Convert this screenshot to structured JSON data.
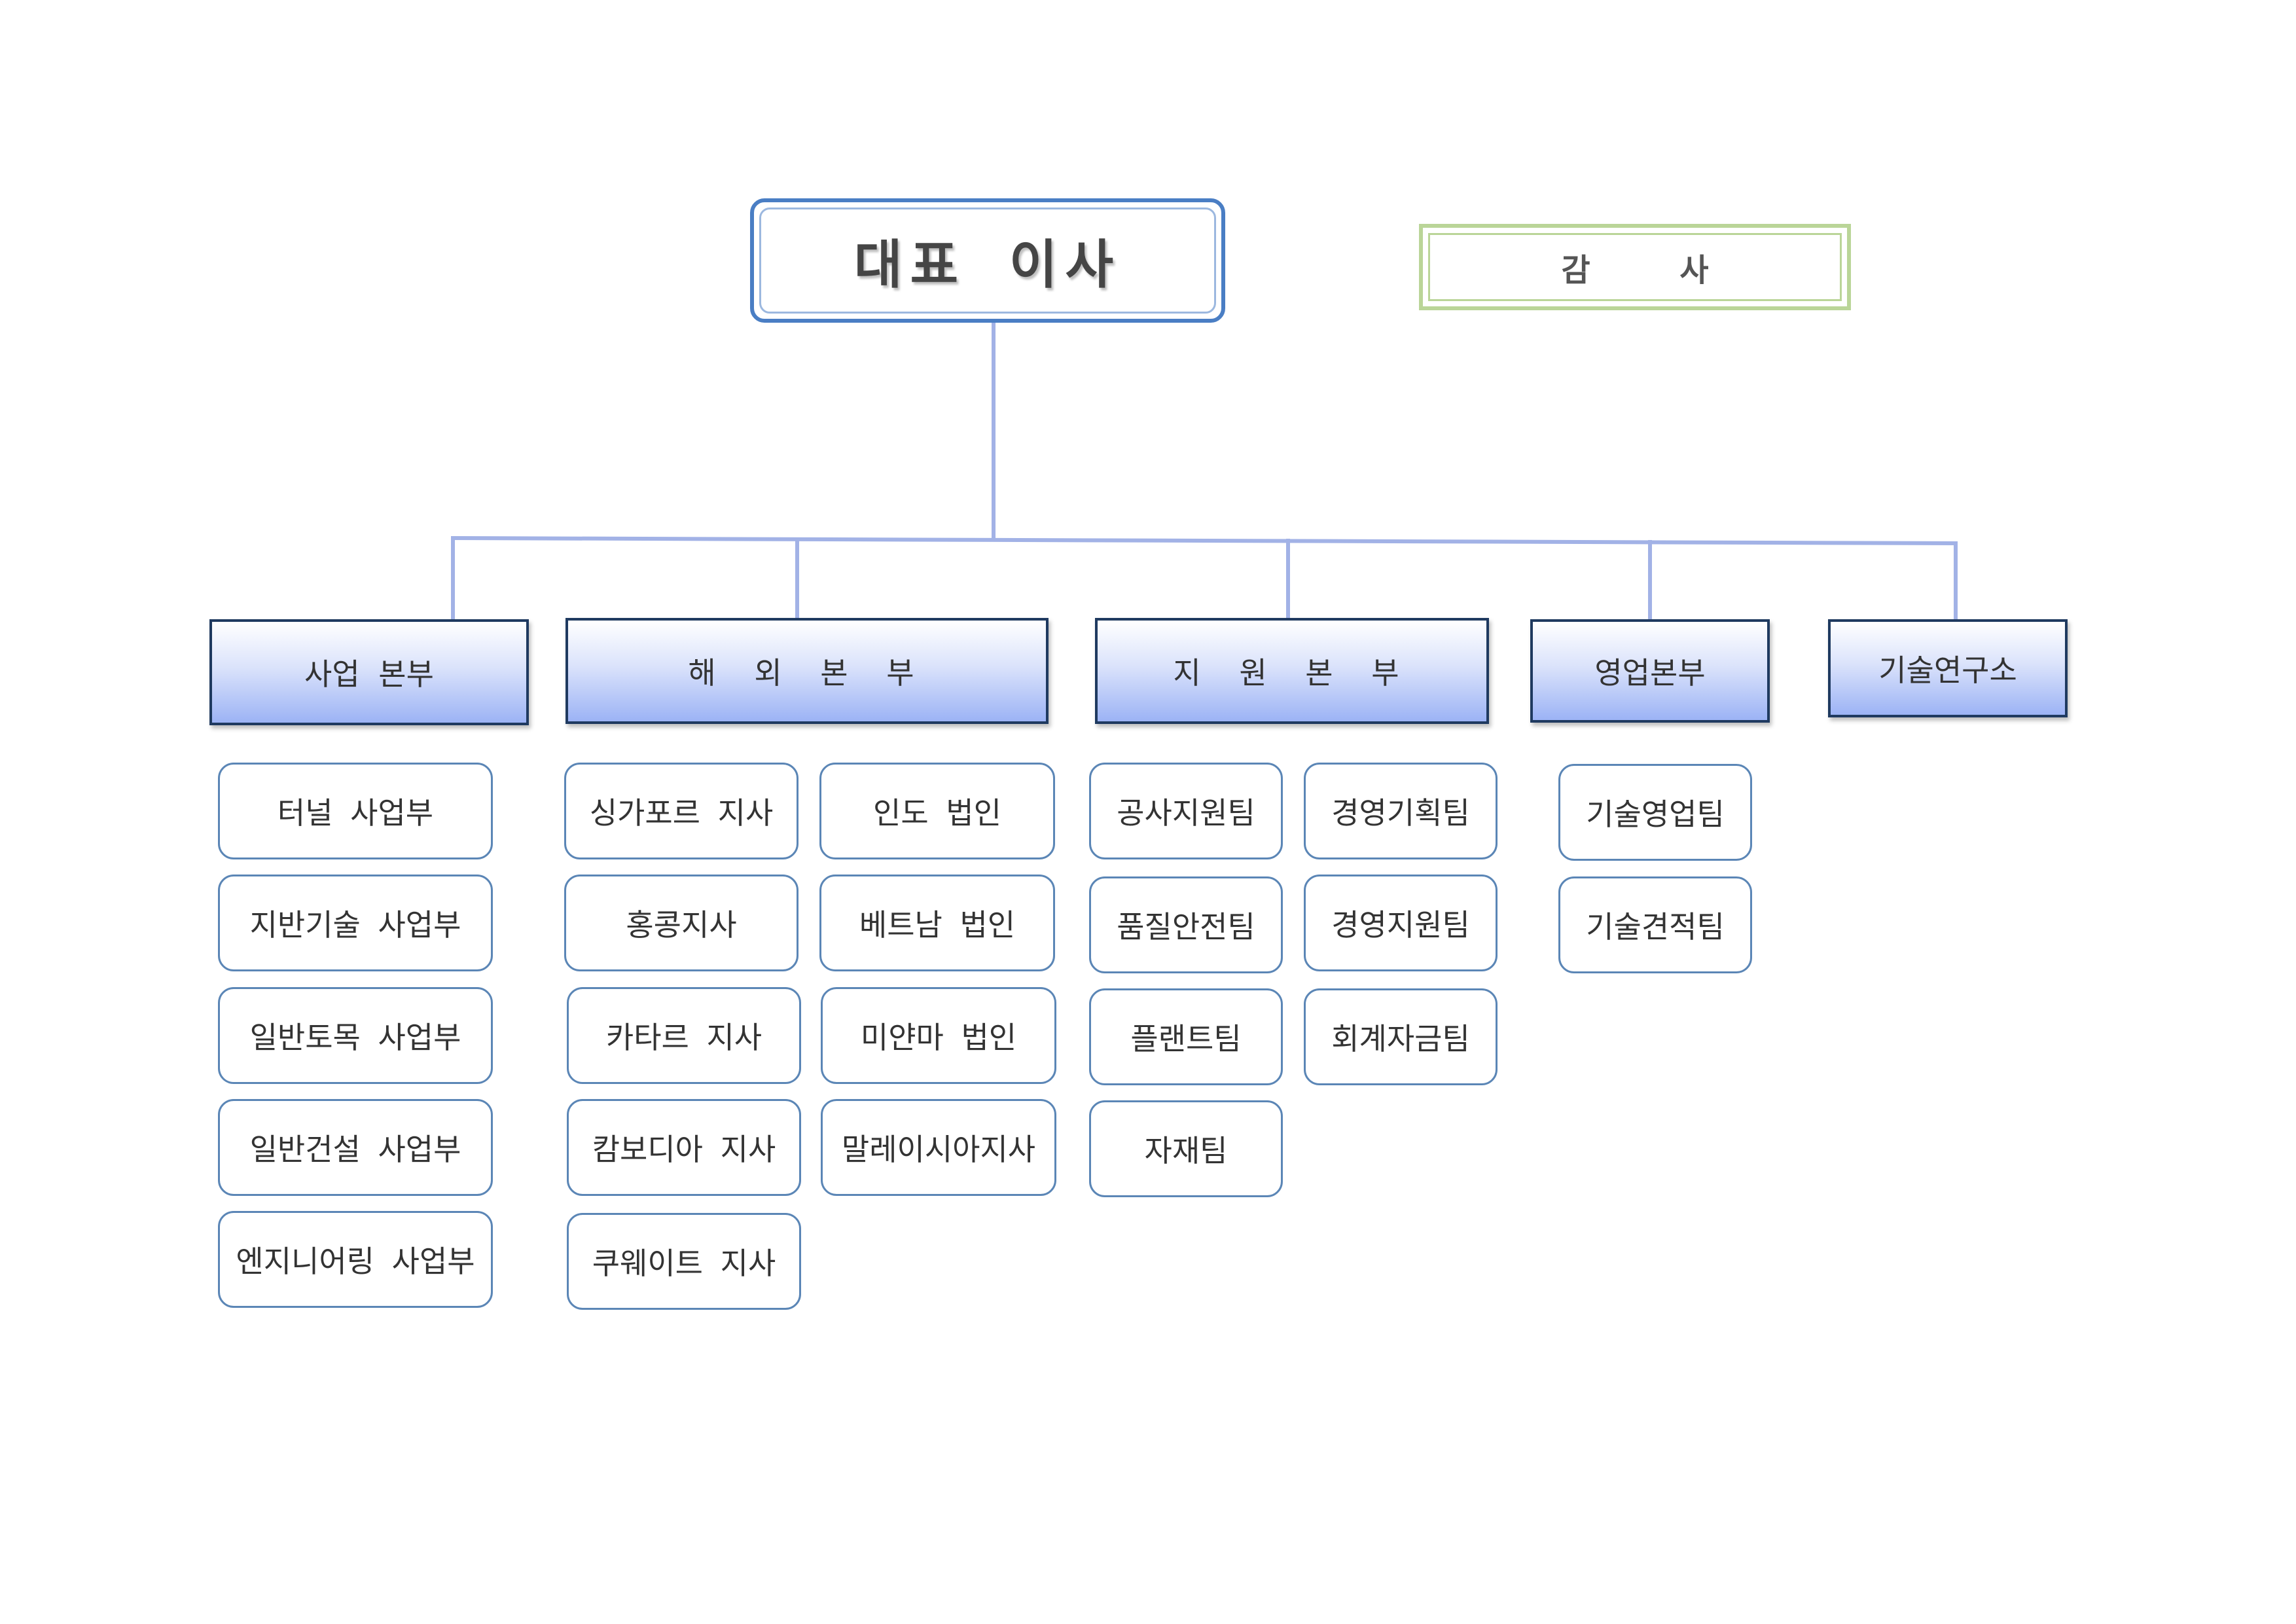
{
  "ceo": {
    "label": "대표 이사"
  },
  "auditor": {
    "label": "감 사"
  },
  "divisions": [
    {
      "label": "사업 본부",
      "teams": [
        "터널 사업부",
        "지반기술 사업부",
        "일반토목 사업부",
        "일반건설 사업부",
        "엔지니어링 사업부"
      ]
    },
    {
      "label": "해 외 본 부",
      "teams": [
        "싱가포르 지사",
        "인도 법인",
        "홍콩지사",
        "베트남 법인",
        "카타르 지사",
        "미얀마 법인",
        "캄보디아 지사",
        "말레이시아지사",
        "쿠웨이트 지사"
      ]
    },
    {
      "label": "지 원 본 부",
      "teams": [
        "공사지원팀",
        "경영기획팀",
        "품질안전팀",
        "경영지원팀",
        "플랜트팀",
        "회계자금팀",
        "자재팀"
      ]
    },
    {
      "label": "영업본부",
      "teams": [
        "기술영업팀",
        "기술견적팀"
      ]
    },
    {
      "label": "기술연구소",
      "teams": []
    }
  ]
}
